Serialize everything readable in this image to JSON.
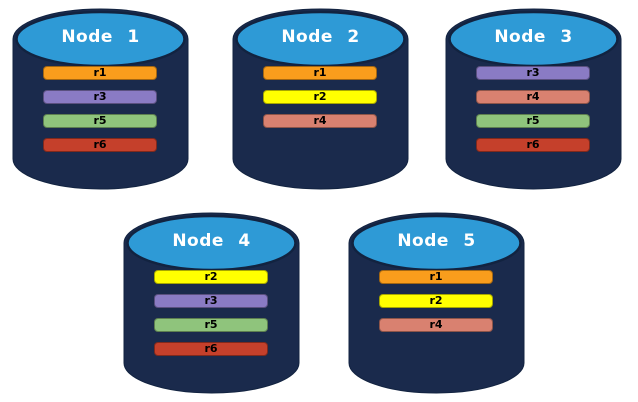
{
  "colors": {
    "cylinder_body": "#1A2A4C",
    "cylinder_outline": "#122340",
    "cylinder_top": "#2E9AD6",
    "node_title_text": "#FFFFFF",
    "bar_label_text": "#000000"
  },
  "replica_colors": {
    "r1": "#F99D1C",
    "r2": "#FFFF00",
    "r3": "#8A7BC4",
    "r4": "#D98170",
    "r5": "#8FC47C",
    "r6": "#C5402B"
  },
  "nodes": [
    {
      "label": "Node 1",
      "replicas": [
        "r1",
        "r3",
        "r5",
        "r6"
      ]
    },
    {
      "label": "Node 2",
      "replicas": [
        "r1",
        "r2",
        "r4"
      ]
    },
    {
      "label": "Node 3",
      "replicas": [
        "r3",
        "r4",
        "r5",
        "r6"
      ]
    },
    {
      "label": "Node 4",
      "replicas": [
        "r2",
        "r3",
        "r5",
        "r6"
      ]
    },
    {
      "label": "Node 5",
      "replicas": [
        "r1",
        "r2",
        "r4"
      ]
    }
  ]
}
